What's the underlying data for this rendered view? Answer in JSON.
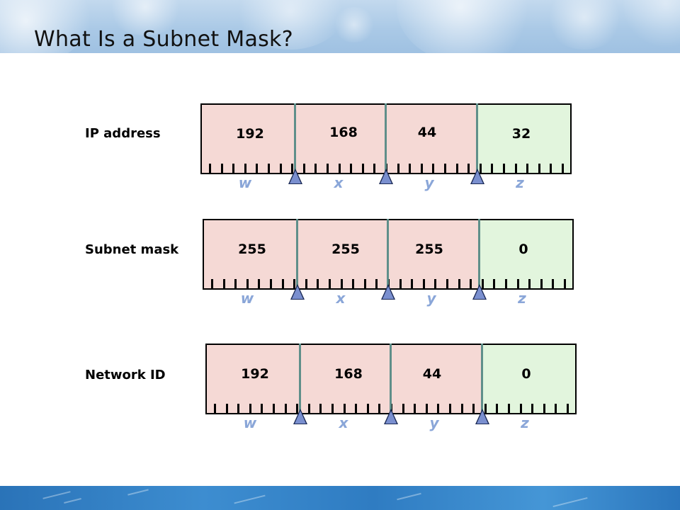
{
  "title": "What Is a Subnet Mask?",
  "octet_letters": [
    "w",
    "x",
    "y",
    "z"
  ],
  "colors": {
    "network_portion": "#f5d9d5",
    "host_portion": "#e2f5dd",
    "divider": "#5f8f8a",
    "marker": "#7a8fcf",
    "letters": "#8aa6d8",
    "header": "#aac9e6",
    "footer": "#2f7cc2"
  },
  "rows": [
    {
      "label": "IP address",
      "octets": [
        "192",
        "168",
        "44",
        "32"
      ]
    },
    {
      "label": "Subnet mask",
      "octets": [
        "255",
        "255",
        "255",
        "0"
      ]
    },
    {
      "label": "Network ID",
      "octets": [
        "192",
        "168",
        "44",
        "0"
      ]
    }
  ]
}
